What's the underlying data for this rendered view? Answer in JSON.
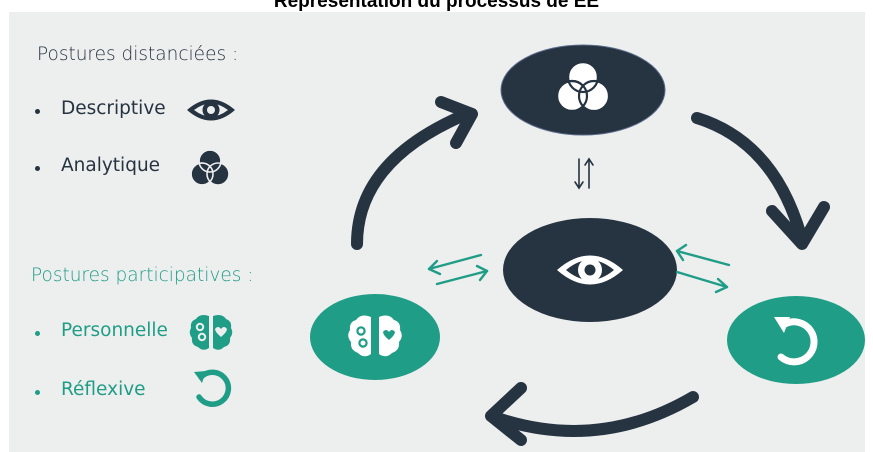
{
  "title": "Représentation du processus de EE",
  "distanced": {
    "heading": "Postures distanciées :",
    "items": [
      {
        "label": "Descriptive",
        "icon": "eye-icon"
      },
      {
        "label": "Analytique",
        "icon": "venn-icon"
      }
    ]
  },
  "participative": {
    "heading": "Postures participatives :",
    "items": [
      {
        "label": "Personnelle",
        "icon": "brain-icon"
      },
      {
        "label": "Réflexive",
        "icon": "cycle-icon"
      }
    ]
  },
  "colors": {
    "dark": "#263341",
    "teal": "#1f9d87",
    "background": "#edeeee"
  },
  "nodes": [
    {
      "name": "analytique-node",
      "icon": "venn-icon",
      "color": "dark"
    },
    {
      "name": "descriptive-node",
      "icon": "eye-icon",
      "color": "dark"
    },
    {
      "name": "personnelle-node",
      "icon": "brain-icon",
      "color": "teal"
    },
    {
      "name": "reflexive-node",
      "icon": "cycle-icon",
      "color": "teal"
    }
  ]
}
